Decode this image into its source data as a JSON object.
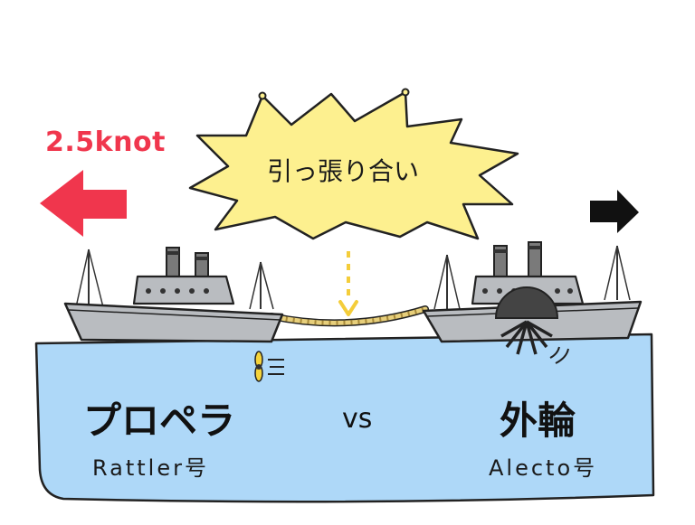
{
  "speed_label": "2.5knot",
  "burst_label": "引っ張り合い",
  "left_ship": {
    "title": "プロペラ",
    "name": "Rattler号"
  },
  "vs_label": "vs",
  "right_ship": {
    "title": "外輪",
    "name": "Alecto号"
  },
  "colors": {
    "sea": "#aed8f8",
    "burst": "#fdf08f",
    "arrow_left": "#f0364d",
    "arrow_right": "#111111",
    "hull": "#b9bcc0",
    "rope": "#e7cf7b",
    "propeller": "#f5d33a"
  },
  "icons": [
    "left-arrow-icon",
    "right-arrow-icon",
    "propeller-icon",
    "paddle-wheel-icon",
    "smokestack-icon"
  ]
}
